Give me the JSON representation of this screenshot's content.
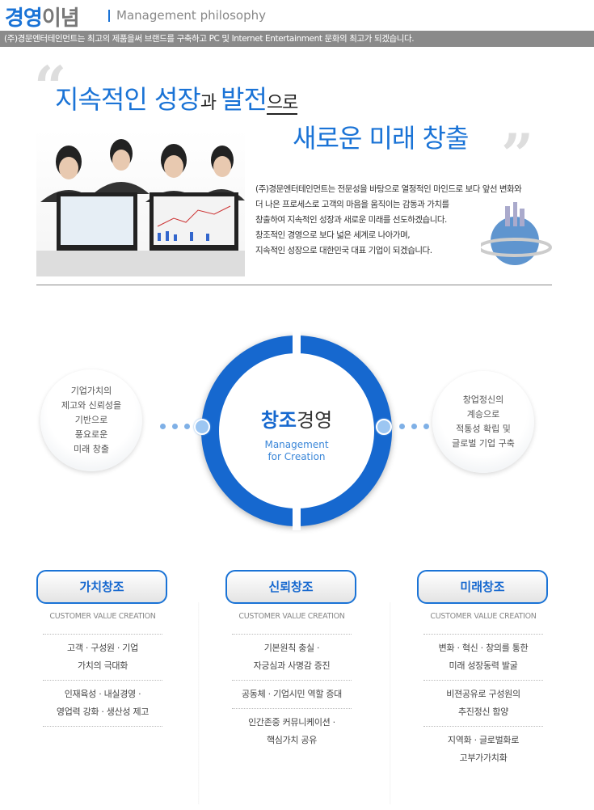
{
  "header": {
    "title_accent": "경영",
    "title_rest": "이념",
    "subtitle": "Management philosophy",
    "banner": "(주)경문엔터테인먼트는 최고의 제품을써 브랜드를 구축하고 PC 및 Internet Entertainment 문화의 최고가 되겠습니다."
  },
  "hero": {
    "line1a": "지속적인 성장",
    "line1b": "과 ",
    "line1c": "발전",
    "line1d": "으로",
    "line2": "새로운 미래 창출",
    "paragraph": [
      "(주)경문엔터테인먼트는 전문성을 바탕으로 열정적인 마인드로 보다 앞선 변화와",
      "더 나은 프로세스로 고객의 마음을 움직이는 감동과 가치를",
      "창출하여 지속적인 성장과 새로운 미래를 선도하겠습니다.",
      "창조적인 경영으로 보다 넓은 세계로 나아가며,",
      "지속적인 성장으로 대한민국 대표 기업이 되겠습니다."
    ]
  },
  "diagram": {
    "center_accent": "창조",
    "center_rest": "경영",
    "center_en1": "Management",
    "center_en2": "for Creation",
    "left": [
      "기업가치의",
      "제고와 신뢰성을",
      "기반으로",
      "풍요로운",
      "미래 창출"
    ],
    "right": [
      "창업정신의",
      "계승으로",
      "적통성 확립 및",
      "글로벌 기업 구축"
    ]
  },
  "columns": [
    {
      "label": "가치창조",
      "en": "CUSTOMER VALUE CREATION",
      "items": [
        [
          "고객 · 구성원 · 기업",
          "가치의 극대화"
        ],
        [
          "인재육성 · 내실경영 ·",
          "영업력 강화 · 생산성 제고"
        ]
      ]
    },
    {
      "label": "신뢰창조",
      "en": "CUSTOMER VALUE CREATION",
      "items": [
        [
          "기본원칙 충실 ·",
          "자긍심과 사명감 증진"
        ],
        [
          "공동체 · 기업시민 역할 증대"
        ],
        [
          "인간존중 커뮤니케이션 ·",
          "핵심가치 공유"
        ]
      ]
    },
    {
      "label": "미래창조",
      "en": "CUSTOMER VALUE CREATION",
      "items": [
        [
          "변화 · 혁신 · 창의를 통한",
          "미래 성장동력 발굴"
        ],
        [
          "비젼공유로 구성원의",
          "추진정신 함양"
        ],
        [
          "지역화 · 글로벌화로",
          "고부가가치화"
        ]
      ]
    }
  ]
}
